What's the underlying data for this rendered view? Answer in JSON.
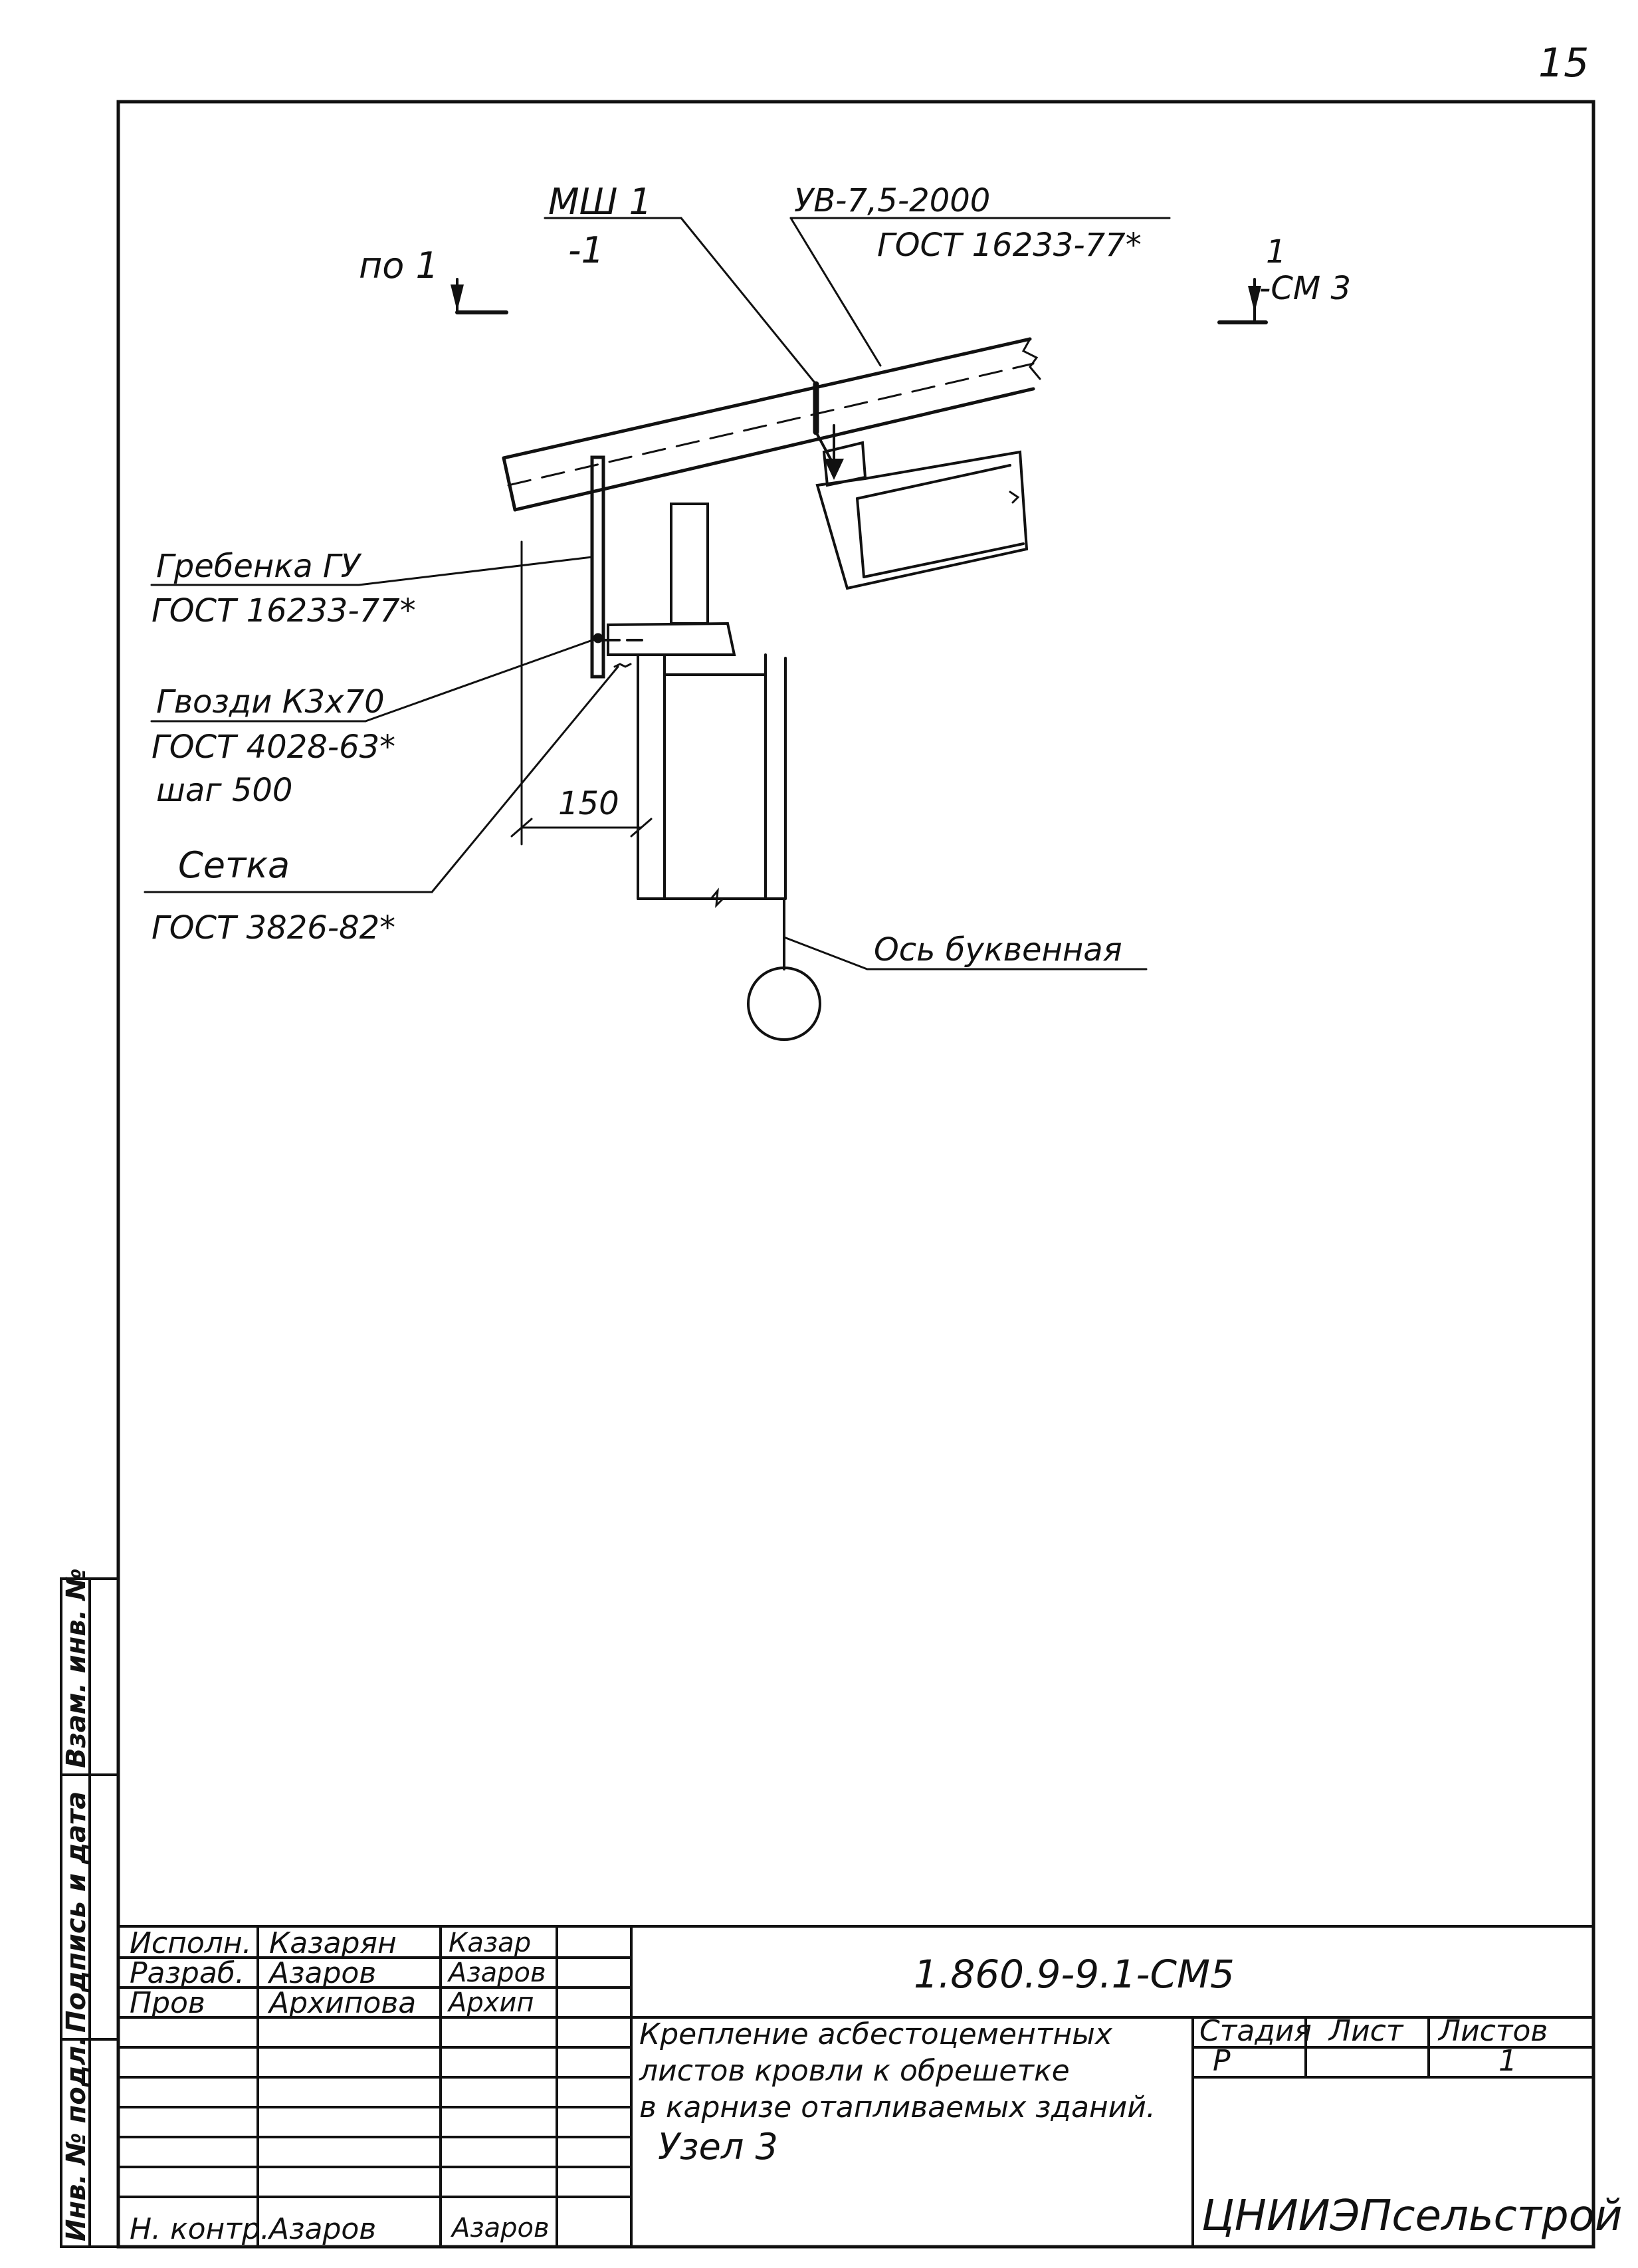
{
  "page_number": "15",
  "drawing": {
    "mark_left": {
      "text": "по 1"
    },
    "mark_right": {
      "num": "1",
      "ref": "-СМ 3"
    },
    "msh": {
      "line1": "МШ 1",
      "line2": "-1"
    },
    "sheet_spec": {
      "line1": "УВ-7,5-2000",
      "line2": "ГОСТ 16233-77*"
    },
    "comb": {
      "line1": "Гребенка ГУ",
      "line2": "ГОСТ 16233-77*"
    },
    "nails": {
      "line1": "Гвозди К3х70",
      "line2": "ГОСТ 4028-63*",
      "line3": "шаг 500"
    },
    "mesh": {
      "line1": "Сетка",
      "line2": "ГОСТ 3826-82*"
    },
    "dimension": "150",
    "axis_label": "Ось буквенная"
  },
  "side_stamp": {
    "inv_vzam": "Взам. инв. №",
    "sign_date": "Подпись и дата",
    "inv_podl": "Инв. № подл."
  },
  "title_block": {
    "rows": [
      {
        "role": "Исполн.",
        "name": "Казарян",
        "sign": "Казар"
      },
      {
        "role": "Разраб.",
        "name": "Азаров",
        "sign": "Азаров"
      },
      {
        "role": "Пров",
        "name": "Архипова",
        "sign": "Архип"
      },
      {
        "role": "",
        "name": "",
        "sign": ""
      },
      {
        "role": "",
        "name": "",
        "sign": ""
      },
      {
        "role": "",
        "name": "",
        "sign": ""
      },
      {
        "role": "Н. контр.",
        "name": "Азаров",
        "sign": "Азаров"
      }
    ],
    "doc_code": "1.860.9-9.1-СМ5",
    "title_lines": [
      "Крепление асбестоцементных",
      "листов кровли к обрешетке",
      "в карнизе отапливаемых зданий.",
      "Узел 3"
    ],
    "headers": {
      "stage": "Стадия",
      "sheet": "Лист",
      "sheets": "Листов"
    },
    "values": {
      "stage": "Р",
      "sheet": "",
      "sheets": "1"
    },
    "organization": "ЦНИИЭПсельстрой"
  }
}
